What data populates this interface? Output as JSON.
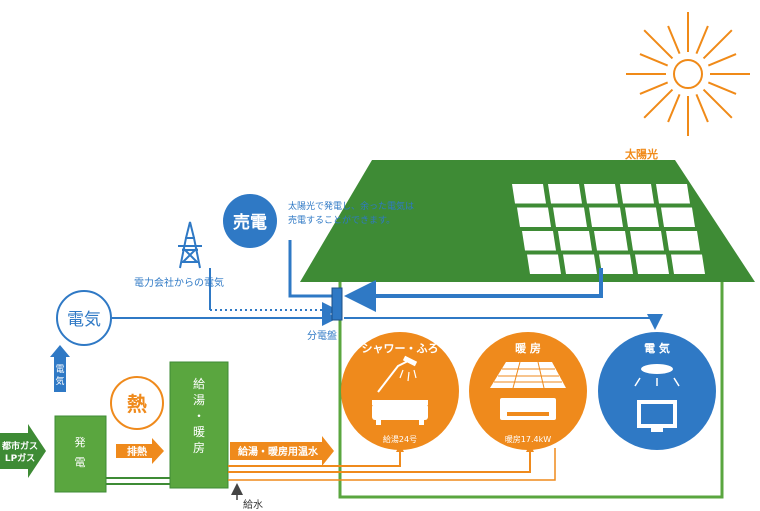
{
  "sun": {
    "label": "太陽光"
  },
  "sell": {
    "badge": "売電",
    "note_line1": "太陽光で発電し、余った電気は",
    "note_line2": "売電することができます。"
  },
  "grid": {
    "label": "電力会社からの電気"
  },
  "power_node": {
    "label": "電気"
  },
  "panel_board": {
    "label": "分電盤"
  },
  "fuel": {
    "line1": "都市ガス",
    "line2": "LPガス"
  },
  "generator": {
    "char1": "発",
    "char2": "電"
  },
  "up_arrow": {
    "char1": "電",
    "char2": "気"
  },
  "heat": {
    "label": "熱",
    "exhaust": "排熱"
  },
  "tank": {
    "label_col1": "給湯・暖房"
  },
  "hot_water_pipe": {
    "label": "給湯・暖房用温水"
  },
  "water_inlet": {
    "label": "給水"
  },
  "uses": {
    "shower": {
      "title": "シャワー・ふろ",
      "spec": "給湯24号"
    },
    "heating": {
      "title": "暖 房",
      "spec": "暖房17.4kW"
    },
    "electric": {
      "title": "電 気"
    }
  },
  "colors": {
    "green_dark": "#3e8b35",
    "green": "#5aa63f",
    "orange": "#ef8a1c",
    "blue": "#2f79c5",
    "sun": "#f08a18"
  }
}
